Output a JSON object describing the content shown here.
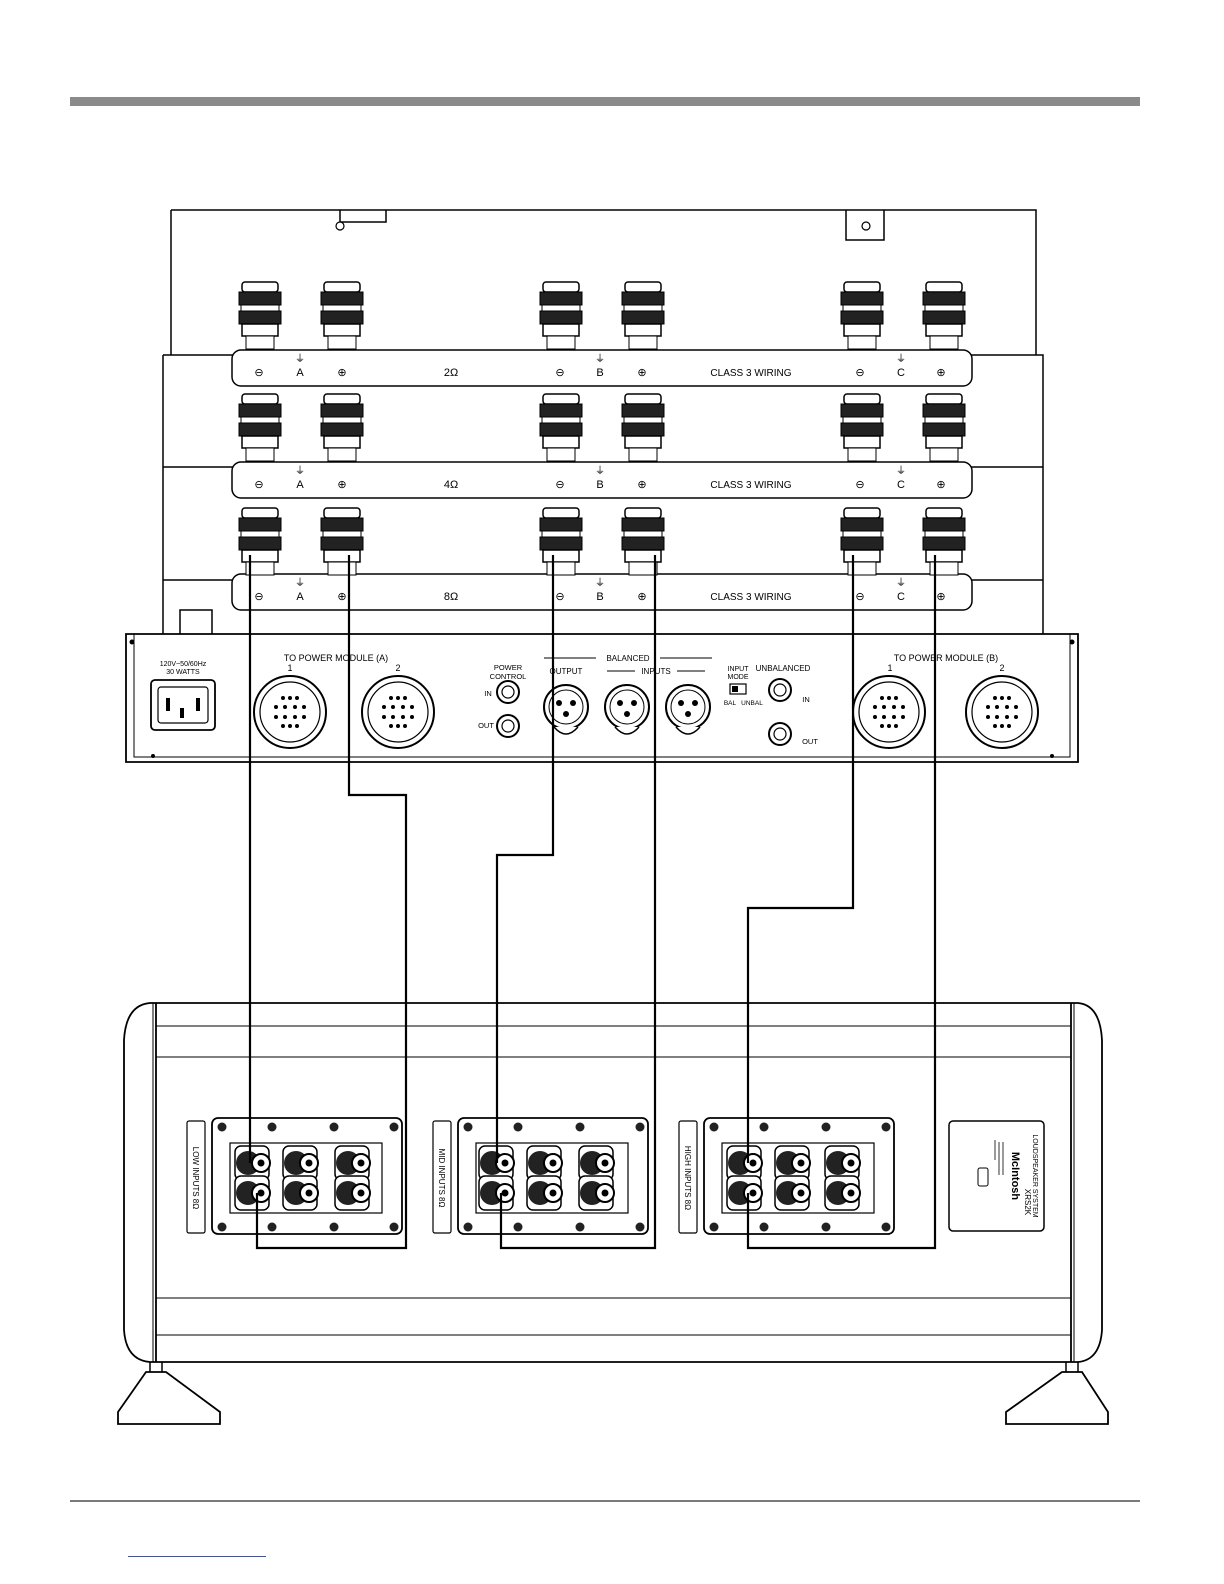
{
  "amplifier": {
    "rows": [
      {
        "impedance": "2Ω",
        "wiring": "CLASS 3 WIRING"
      },
      {
        "impedance": "4Ω",
        "wiring": "CLASS 3 WIRING"
      },
      {
        "impedance": "8Ω",
        "wiring": "CLASS 3 WIRING"
      }
    ],
    "channels": [
      "A",
      "B",
      "C"
    ],
    "minus": "⊖",
    "plus": "⊕",
    "ground": "⏚"
  },
  "control_panel": {
    "power_label_1": "120V~50/60Hz",
    "power_label_2": "30 WATTS",
    "module_a": "TO POWER MODULE (A)",
    "module_b": "TO POWER MODULE (B)",
    "connector_1": "1",
    "connector_2": "2",
    "power_control_1": "POWER",
    "power_control_2": "CONTROL",
    "in": "IN",
    "out": "OUT",
    "balanced": "BALANCED",
    "output": "OUTPUT",
    "inputs": "INPUTS",
    "input_mode_1": "INPUT",
    "input_mode_2": "MODE",
    "bal": "BAL",
    "unbal": "UNBAL",
    "unbalanced": "UNBALANCED"
  },
  "speaker": {
    "panels": [
      "LOW INPUTS  8Ω",
      "MID INPUTS  8Ω",
      "HIGH INPUTS  8Ω"
    ],
    "brand": "McIntosh",
    "model": "XRS2K",
    "system": "LOUDSPEAKER SYSTEM"
  },
  "colors": {
    "line": "#000000",
    "rule": "#8a8a8a",
    "link": "#3355cc"
  }
}
